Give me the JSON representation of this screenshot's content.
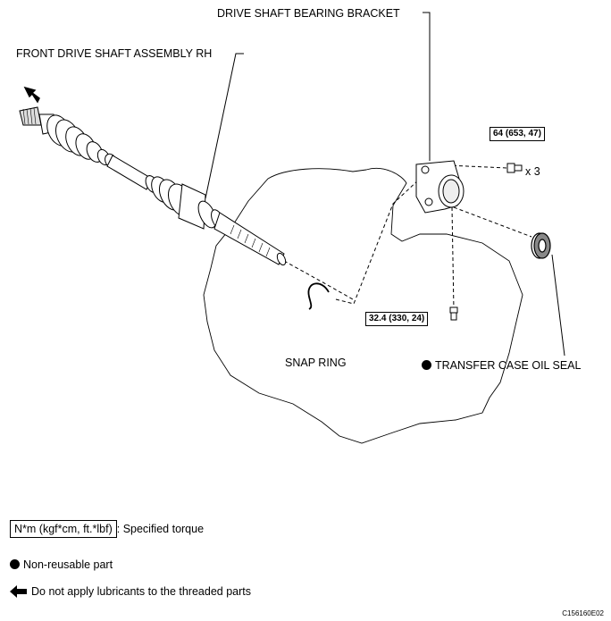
{
  "labels": {
    "drive_shaft_bearing_bracket": "DRIVE SHAFT BEARING BRACKET",
    "front_drive_shaft_assembly": "FRONT DRIVE SHAFT ASSEMBLY RH",
    "snap_ring": "SNAP RING",
    "transfer_case_oil_seal": "TRANSFER CASE OIL SEAL"
  },
  "torques": {
    "bracket_bolt": "64 (653, 47)",
    "bracket_bolt_qty": "x 3",
    "small_bolt": "32.4 (330, 24)"
  },
  "legend": {
    "torque_units": "N*m (kgf*cm, ft.*lbf)",
    "torque_desc": ": Specified torque",
    "non_reusable": "Non-reusable part",
    "no_lubricant": "Do not apply lubricants to the threaded parts"
  },
  "figure_code": "C156160E02"
}
